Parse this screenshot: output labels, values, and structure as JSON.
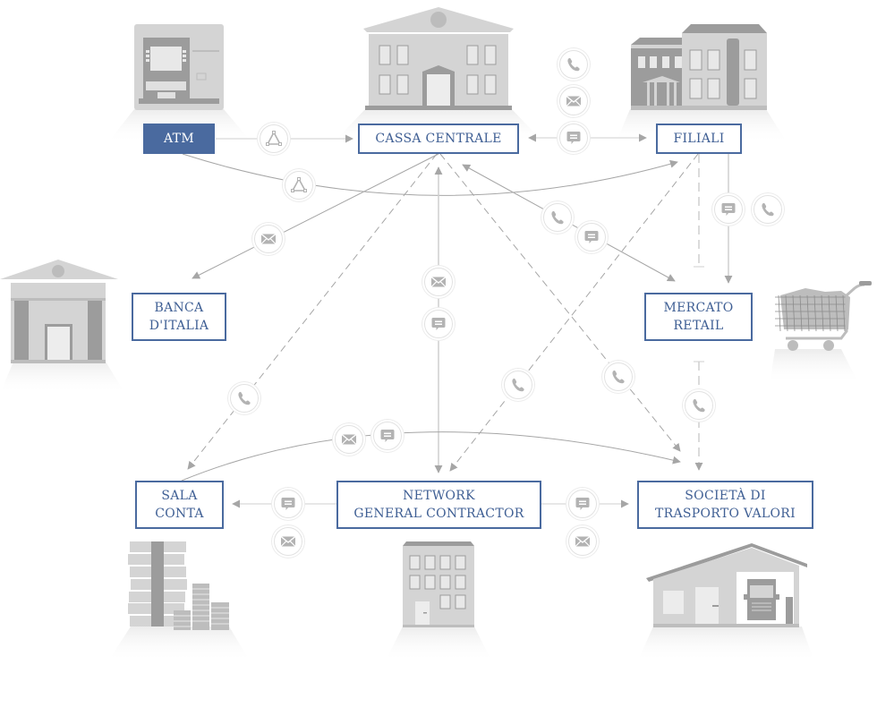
{
  "diagram": {
    "nodes": {
      "atm": {
        "label": "ATM"
      },
      "cassa_centrale": {
        "label": "CASSA CENTRALE"
      },
      "filiali": {
        "label": "FILIALI"
      },
      "banca_italia": {
        "line1": "BANCA",
        "line2": "D'ITALIA"
      },
      "mercato_retail": {
        "line1": "MERCATO",
        "line2": "RETAIL"
      },
      "sala_conta": {
        "line1": "SALA",
        "line2": "CONTA"
      },
      "network": {
        "line1": "NETWORK",
        "line2": "GENERAL CONTRACTOR"
      },
      "trasporto": {
        "line1": "SOCIETÀ DI",
        "line2": "TRASPORTO VALORI"
      }
    },
    "colors": {
      "box_border": "#4a6a9f",
      "box_text": "#3f5f94",
      "atm_fill": "#4a6a9f",
      "line": "#a6a6a6",
      "icon": "#b3b3b3"
    },
    "edges": [
      {
        "from": "ATM",
        "to": "CASSA CENTRALE",
        "channel": "network"
      },
      {
        "from": "ATM",
        "to": "FILIALI",
        "channel": "network"
      },
      {
        "from": "FILIALI",
        "to": "CASSA CENTRALE",
        "channel": "phone, mail, chat",
        "bidirectional": true
      },
      {
        "from": "CASSA CENTRALE",
        "to": "BANCA D'ITALIA",
        "channel": "mail"
      },
      {
        "from": "MERCATO RETAIL",
        "to": "CASSA CENTRALE",
        "channel": "phone, chat",
        "bidirectional": true
      },
      {
        "from": "NETWORK GENERAL CONTRACTOR",
        "to": "CASSA CENTRALE",
        "channel": "mail, chat",
        "bidirectional": true
      },
      {
        "from": "CASSA CENTRALE",
        "to": "SALA CONTA",
        "channel": "phone",
        "style": "dashed"
      },
      {
        "from": "CASSA CENTRALE",
        "to": "SOCIETÀ DI TRASPORTO VALORI",
        "channel": "phone",
        "style": "dashed"
      },
      {
        "from": "FILIALI",
        "to": "NETWORK GENERAL CONTRACTOR",
        "channel": "phone",
        "style": "dashed"
      },
      {
        "from": "FILIALI",
        "to": "MERCATO RETAIL",
        "channel": "chat, phone"
      },
      {
        "from": "MERCATO RETAIL",
        "to": "SOCIETÀ DI TRASPORTO VALORI",
        "channel": "phone",
        "style": "dashed"
      },
      {
        "from": "SALA CONTA",
        "to": "SOCIETÀ DI TRASPORTO VALORI",
        "channel": "mail, chat"
      },
      {
        "from": "NETWORK GENERAL CONTRACTOR",
        "to": "SALA CONTA",
        "channel": "chat, mail"
      },
      {
        "from": "NETWORK GENERAL CONTRACTOR",
        "to": "SOCIETÀ DI TRASPORTO VALORI",
        "channel": "chat, mail"
      }
    ],
    "icons": {
      "network": "network-triangle-icon",
      "phone": "phone-icon",
      "mail": "mail-icon",
      "chat": "chat-icon"
    }
  }
}
